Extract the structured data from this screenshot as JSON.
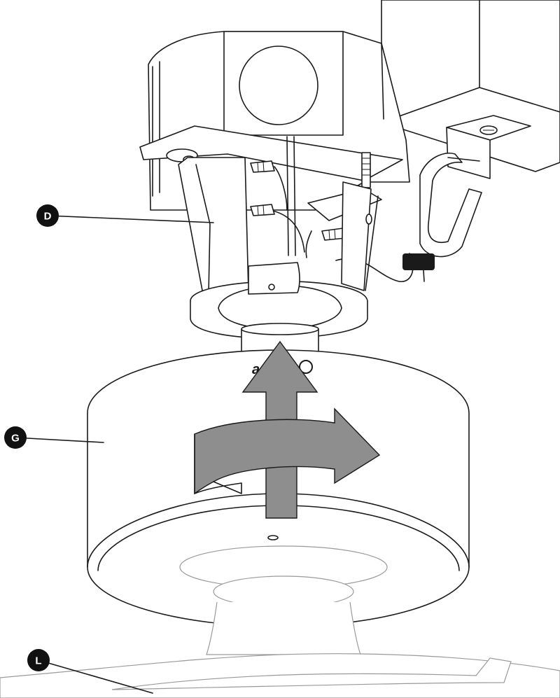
{
  "callouts": [
    {
      "id": "D",
      "label": "D"
    },
    {
      "id": "G",
      "label": "G"
    },
    {
      "id": "L",
      "label": "L"
    }
  ],
  "colors": {
    "line": "#1a1a1a",
    "arrow_fill": "#8e8e8e",
    "badge": "#111111",
    "background": "#ffffff"
  },
  "motion": {
    "lift_direction": "up",
    "rotation_direction": "clockwise"
  }
}
